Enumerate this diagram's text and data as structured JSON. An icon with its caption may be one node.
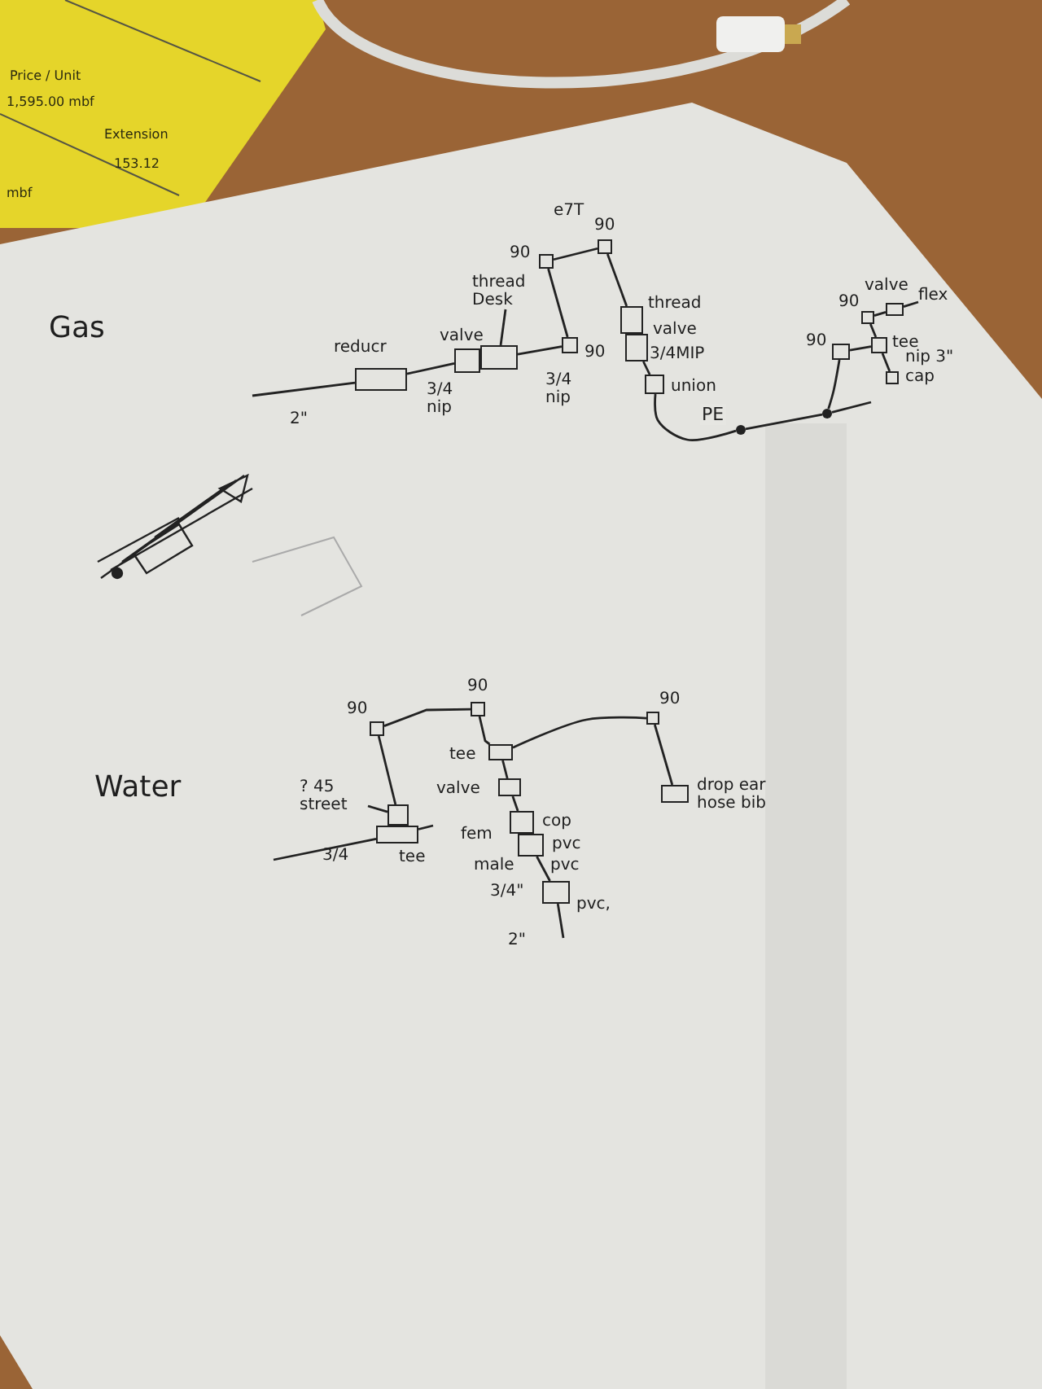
{
  "diagram": {
    "nodes": [
      {
        "text": [],
        "shape": "box",
        "beside": [
          "reducr"
        ]
      },
      {
        "text": [],
        "shape": "box",
        "beside": [
          "valve"
        ]
      },
      {
        "text": [],
        "shape": "box"
      },
      {
        "text": [
          "thread Desk"
        ]
      },
      {
        "text": [],
        "shape": "box",
        "beside": [
          "90"
        ]
      },
      {
        "text": [],
        "shape": "box",
        "beside": [
          "90"
        ]
      },
      {
        "text": [],
        "shape": "box",
        "beside": [
          "90"
        ]
      },
      {
        "text": [],
        "shape": "box",
        "beside": [
          "thread"
        ]
      },
      {
        "text": [],
        "shape": "box",
        "beside": [
          "valve",
          "3/4MIP"
        ]
      },
      {
        "text": [],
        "shape": "box",
        "beside": [
          "union"
        ]
      },
      {
        "text": [],
        "shape": "circle"
      },
      {
        "text": [],
        "shape": "circle"
      },
      {
        "text": [],
        "shape": "box",
        "beside": [
          "90"
        ]
      },
      {
        "text": [],
        "shape": "box",
        "beside": [
          "tee"
        ]
      },
      {
        "text": [],
        "shape": "box",
        "beside": [
          "90"
        ]
      },
      {
        "text": [],
        "shape": "box",
        "beside": [
          "valve"
        ]
      },
      {
        "text": [
          "flex"
        ]
      },
      {
        "text": [],
        "shape": "box",
        "beside": [
          "nip 3\"",
          "cap"
        ]
      },
      {
        "text": [],
        "shape": "box",
        "beside": [
          "90"
        ]
      },
      {
        "text": [],
        "shape": "box",
        "beside": [
          "90"
        ]
      },
      {
        "text": [],
        "shape": "box",
        "beside": [
          "90"
        ]
      },
      {
        "text": [],
        "shape": "box",
        "beside": [
          "tee"
        ]
      },
      {
        "text": [],
        "shape": "box",
        "beside": [
          "valve"
        ]
      },
      {
        "text": [],
        "shape": "box",
        "beside": [
          "cop",
          "fem"
        ]
      },
      {
        "text": [],
        "shape": "box",
        "beside": [
          "pvc"
        ]
      },
      {
        "text": [],
        "shape": "box",
        "beside": [
          "pvc,"
        ]
      },
      {
        "text": [],
        "shape": "box",
        "beside": [
          "drop ear hose bib"
        ]
      },
      {
        "text": [],
        "shape": "box"
      },
      {
        "text": [],
        "shape": "box"
      },
      {
        "text": [
          "? 45 street"
        ]
      }
    ],
    "edges": [
      {
        "from": null,
        "to": 0,
        "arrow": "none"
      },
      {
        "from": 0,
        "to": 1,
        "arrow": "none"
      },
      {
        "from": 3,
        "to": 2,
        "arrow": "none"
      },
      {
        "from": 2,
        "to": 4,
        "arrow": "none"
      },
      {
        "from": 4,
        "to": 5,
        "arrow": "none"
      },
      {
        "from": 5,
        "to": 6,
        "arrow": "none"
      },
      {
        "from": 6,
        "to": 7,
        "arrow": "none"
      },
      {
        "from": 8,
        "to": 9,
        "arrow": "none"
      },
      {
        "from": 9,
        "to": 10,
        "arrow": "none",
        "label": "PE"
      },
      {
        "from": 10,
        "to": 11,
        "arrow": "none"
      },
      {
        "from": 11,
        "to": null,
        "arrow": "none"
      },
      {
        "from": 11,
        "to": 12,
        "arrow": "none"
      },
      {
        "from": 12,
        "to": 13,
        "arrow": "none"
      },
      {
        "from": 13,
        "to": 14,
        "arrow": "none"
      },
      {
        "from": 14,
        "to": 15,
        "arrow": "none"
      },
      {
        "from": 15,
        "to": 16,
        "arrow": "none"
      },
      {
        "from": 13,
        "to": 17,
        "arrow": "none"
      },
      {
        "from": null,
        "to": 27,
        "arrow": "none"
      },
      {
        "from": 27,
        "to": null,
        "arrow": "none"
      },
      {
        "from": 28,
        "to": 18,
        "arrow": "none"
      },
      {
        "from": 18,
        "to": 19,
        "arrow": "none"
      },
      {
        "from": 19,
        "to": 21,
        "arrow": "none"
      },
      {
        "from": 21,
        "to": 20,
        "arrow": "none"
      },
      {
        "from": 20,
        "to": 26,
        "arrow": "none"
      },
      {
        "from": 21,
        "to": 22,
        "arrow": "none"
      },
      {
        "from": 22,
        "to": 23,
        "arrow": "none"
      },
      {
        "from": 24,
        "to": 25,
        "arrow": "none"
      },
      {
        "from": 25,
        "to": null,
        "arrow": "none"
      },
      {
        "from": 29,
        "to": 28,
        "arrow": "none"
      }
    ],
    "labels": [
      "Price / Unit",
      "1,595.00 mbf",
      "Extension",
      "153.12",
      "mbf",
      "e7T",
      "Gas",
      "2\"",
      "3/4 nip",
      "3/4 nip",
      "Water",
      "3/4",
      "tee",
      "male",
      "pvc",
      "3/4\"",
      "2\""
    ]
  }
}
